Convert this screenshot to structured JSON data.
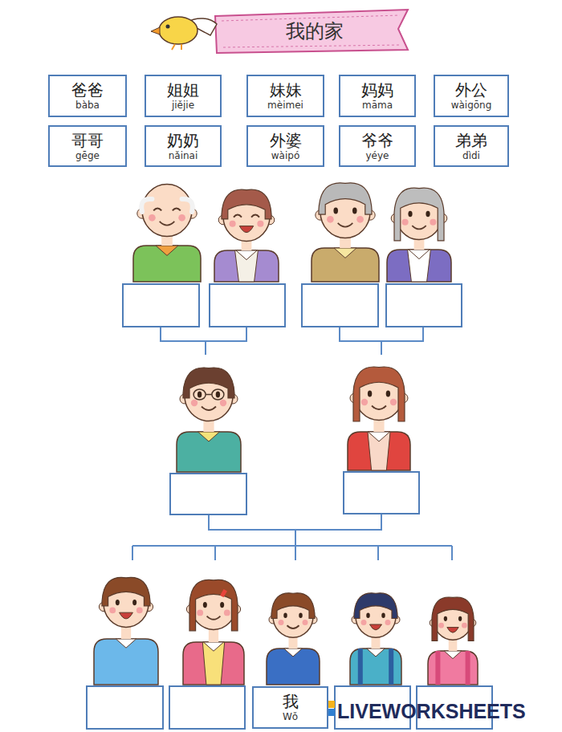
{
  "diagram": {
    "title": "我的家",
    "nodes": [
      {
        "text": [
          "爸爸",
          "bàba"
        ]
      },
      {
        "text": [
          "姐姐",
          "jiějie"
        ]
      },
      {
        "text": [
          "妹妹",
          "mèimei"
        ]
      },
      {
        "text": [
          "妈妈",
          "māma"
        ]
      },
      {
        "text": [
          "外公",
          "wàigōng"
        ]
      },
      {
        "text": [
          "哥哥",
          "gēge"
        ]
      },
      {
        "text": [
          "奶奶",
          "nǎinai"
        ]
      },
      {
        "text": [
          "外婆",
          "wàipó"
        ]
      },
      {
        "text": [
          "爷爷",
          "yéye"
        ]
      },
      {
        "text": [
          "弟弟",
          "dìdi"
        ]
      },
      {
        "text": [
          "我",
          "Wǒ"
        ]
      }
    ],
    "labels": [
      "LIVEWORKSHEETS"
    ]
  }
}
